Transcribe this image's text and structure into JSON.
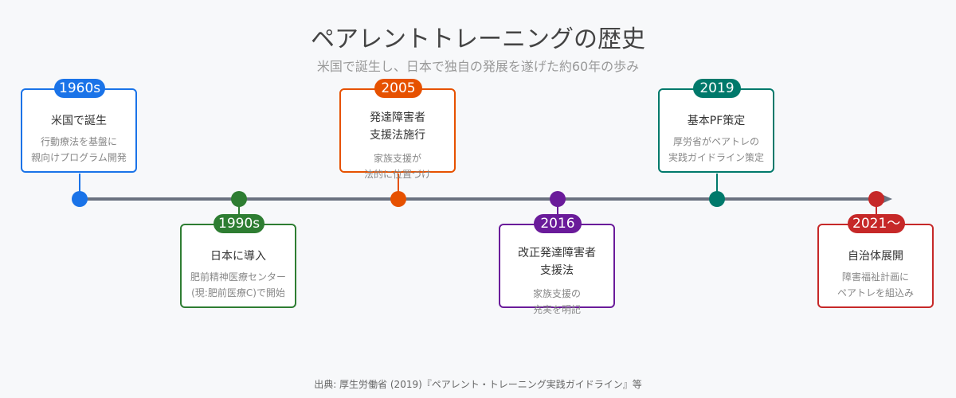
{
  "title": "ペアレントトレーニングの歴史",
  "subtitle": "米国で誕生し、日本で独自の発展を遂げた約60年の歩み",
  "events": [
    {
      "year": "1960s",
      "heading": "米国で誕生",
      "detail": "行動療法を基盤に\n親向けプログラム開発",
      "color": "#1a73e8"
    },
    {
      "year": "1990s",
      "heading": "日本に導入",
      "detail": "肥前精神医療センター\n(現:肥前医療C)で開始",
      "color": "#2e7d32"
    },
    {
      "year": "2005",
      "heading": "発達障害者\n支援法施行",
      "detail": "家族支援が\n法的に位置づけ",
      "color": "#e65100"
    },
    {
      "year": "2016",
      "heading": "改正発達障害者\n支援法",
      "detail": "家族支援の\n充実を明記",
      "color": "#6a1b9a"
    },
    {
      "year": "2019",
      "heading": "基本PF策定",
      "detail": "厚労省がペアトレの\n実践ガイドライン策定",
      "color": "#00796b"
    },
    {
      "year": "2021〜",
      "heading": "自治体展開",
      "detail": "障害福祉計画に\nペアトレを組込み",
      "color": "#c62828"
    }
  ],
  "source": "出典: 厚生労働省 (2019)『ペアレント・トレーニング実践ガイドライン』等"
}
